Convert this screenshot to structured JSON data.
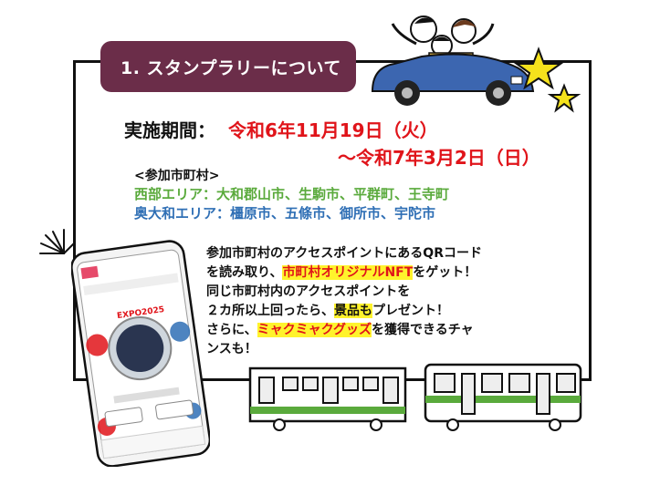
{
  "section": {
    "title": "1. スタンプラリーについて"
  },
  "period": {
    "label": "実施期間：",
    "start": "令和6年11月19日（火）",
    "end": "～令和7年3月2日（日）"
  },
  "municipalities": {
    "header": "<参加市町村>",
    "west_area": "西部エリア：大和郡山市、生駒市、平群町、王寺町",
    "oku_yamato_area": "奥大和エリア：橿原市、五條市、御所市、宇陀市"
  },
  "description": {
    "l1": "参加市町村のアクセスポイントにあるQRコード",
    "l2a": "を読み取り、",
    "l2b": "市町村オリジナルNFT",
    "l2c": "をゲット！",
    "l3": "同じ市町村内のアクセスポイントを",
    "l4a": "２カ所以上回ったら、",
    "l4b": "景品も",
    "l4c": "プレゼント！",
    "l5a": "さらに、",
    "l5b": "ミャクミャクグッズ",
    "l5c": "を獲得できるチャ",
    "l6": "ンスも！"
  },
  "phone_screen": {
    "logo_text": "EXPO2025"
  },
  "colors": {
    "badge": "#6b2d49",
    "red": "#e0141a",
    "green": "#5aaa3c",
    "blue": "#2f6fb5",
    "highlight": "#fff32c",
    "car": "#3c66b0",
    "star": "#f5e21c"
  }
}
